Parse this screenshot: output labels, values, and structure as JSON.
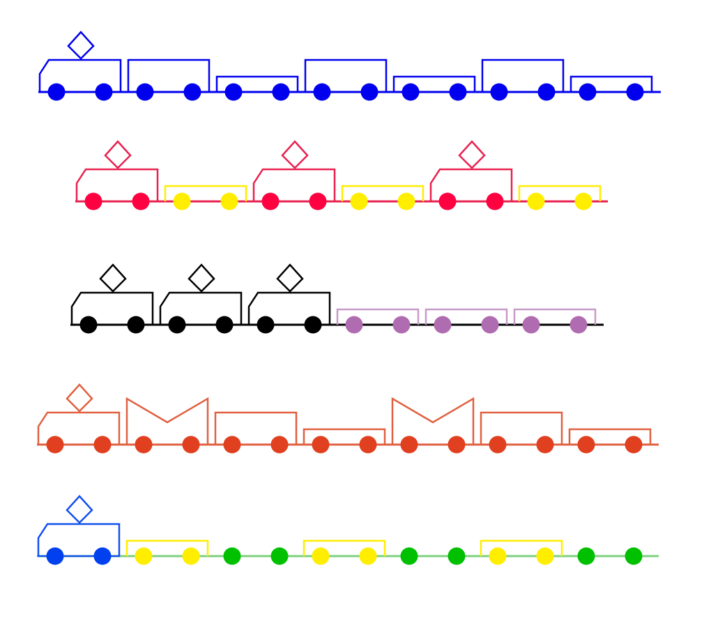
{
  "background": "#ffffff",
  "trains": [
    {
      "rail_color": "#0000ee",
      "cars": [
        {
          "type": "locomotive",
          "body": "#0000ee",
          "wheels": "#0000ee"
        },
        {
          "type": "tall",
          "body": "#0000ee",
          "wheels": "#0000ee"
        },
        {
          "type": "flat",
          "body": "#0000ee",
          "wheels": "#0000ee"
        },
        {
          "type": "tall",
          "body": "#0000ee",
          "wheels": "#0000ee"
        },
        {
          "type": "flat",
          "body": "#0000ee",
          "wheels": "#0000ee"
        },
        {
          "type": "tall",
          "body": "#0000ee",
          "wheels": "#0000ee"
        },
        {
          "type": "flat",
          "body": "#0000ee",
          "wheels": "#0000ee"
        }
      ]
    },
    {
      "rail_color": "#e8214f",
      "cars": [
        {
          "type": "locomotive",
          "body": "#e8214f",
          "wheels": "#ff0040"
        },
        {
          "type": "flat",
          "body": "#ffee00",
          "wheels": "#ffee00"
        },
        {
          "type": "locomotive",
          "body": "#e8214f",
          "wheels": "#ff0040"
        },
        {
          "type": "flat",
          "body": "#ffee00",
          "wheels": "#ffee00"
        },
        {
          "type": "locomotive",
          "body": "#e8214f",
          "wheels": "#ff0040"
        },
        {
          "type": "flat",
          "body": "#ffee00",
          "wheels": "#ffee00"
        }
      ]
    },
    {
      "rail_color": "#000000",
      "cars": [
        {
          "type": "locomotive",
          "body": "#000000",
          "wheels": "#000000"
        },
        {
          "type": "locomotive",
          "body": "#000000",
          "wheels": "#000000"
        },
        {
          "type": "locomotive",
          "body": "#000000",
          "wheels": "#000000"
        },
        {
          "type": "flat",
          "body": "#c89ac8",
          "wheels": "#b06cb0"
        },
        {
          "type": "flat",
          "body": "#c89ac8",
          "wheels": "#b06cb0"
        },
        {
          "type": "flat",
          "body": "#c89ac8",
          "wheels": "#b06cb0"
        }
      ]
    },
    {
      "rail_color": "#e06040",
      "cars": [
        {
          "type": "locomotive",
          "body": "#e06040",
          "wheels": "#e04020"
        },
        {
          "type": "v_car",
          "body": "#e06040",
          "wheels": "#e04020"
        },
        {
          "type": "tall",
          "body": "#e06040",
          "wheels": "#e04020"
        },
        {
          "type": "flat",
          "body": "#e06040",
          "wheels": "#e04020"
        },
        {
          "type": "v_car",
          "body": "#e06040",
          "wheels": "#e04020"
        },
        {
          "type": "tall",
          "body": "#e06040",
          "wheels": "#e04020"
        },
        {
          "type": "flat",
          "body": "#e06040",
          "wheels": "#e04020"
        }
      ]
    },
    {
      "rail_color": "#7ed07e",
      "cars": [
        {
          "type": "locomotive",
          "body": "#1050ee",
          "wheels": "#0040ee"
        },
        {
          "type": "flat",
          "body": "#ffee00",
          "wheels": "#ffee00"
        },
        {
          "type": "bare_wheels",
          "body": "#00c000",
          "wheels": "#00c000"
        },
        {
          "type": "flat",
          "body": "#ffee00",
          "wheels": "#ffee00"
        },
        {
          "type": "bare_wheels",
          "body": "#00c000",
          "wheels": "#00c000"
        },
        {
          "type": "flat",
          "body": "#ffee00",
          "wheels": "#ffee00"
        },
        {
          "type": "bare_wheels",
          "body": "#00c000",
          "wheels": "#00c000"
        }
      ]
    }
  ]
}
